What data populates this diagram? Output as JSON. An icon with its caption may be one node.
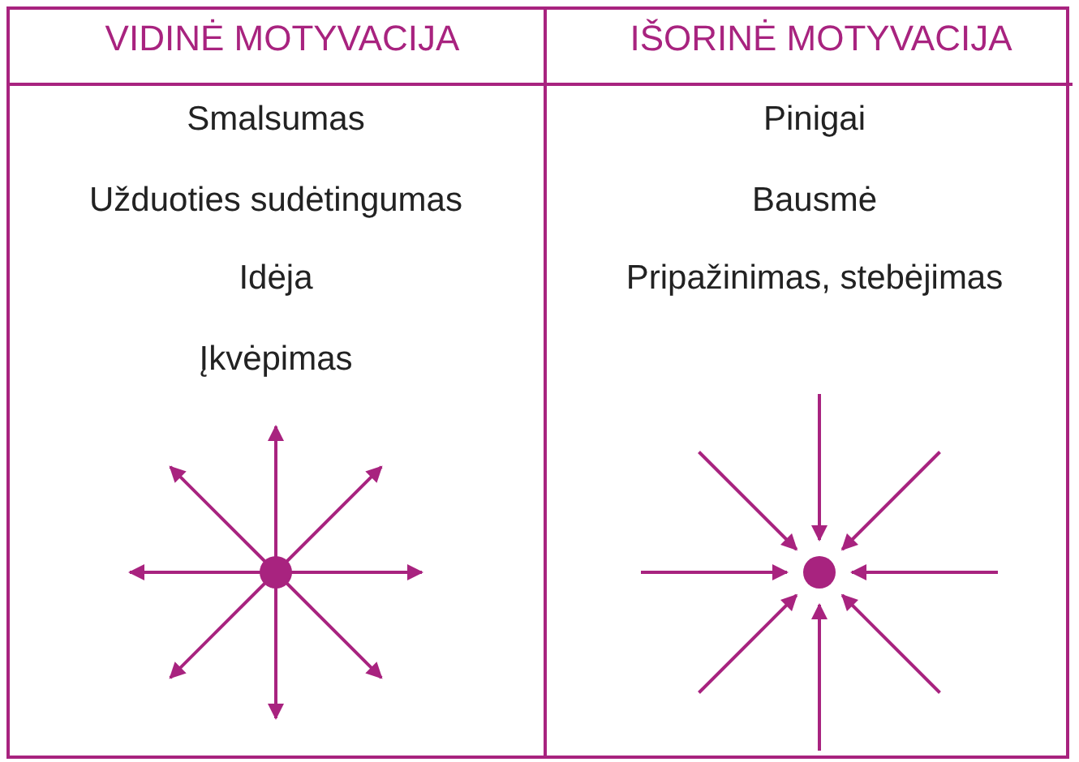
{
  "diagram": {
    "labels": [
      "VIDINĖ MOTYVACIJA",
      "IŠORINĖ MOTYVACIJA",
      "Smalsumas",
      "Pinigai",
      "Užduoties sudėtingumas",
      "Bausmė",
      "Idėja",
      "Pripažinimas, stebėjimas",
      "Įkvėpimas"
    ]
  }
}
